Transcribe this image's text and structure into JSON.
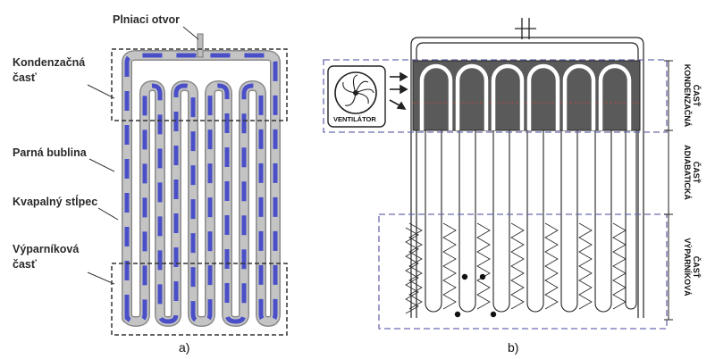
{
  "panel_a": {
    "caption": "a)",
    "labels": {
      "fill_port": "Plniaci otvor",
      "condenser_line1": "Kondenzačná",
      "condenser_line2": "časť",
      "vapor_bubble": "Parná bublina",
      "liquid_column": "Kvapalný stĺpec",
      "evaporator_line1": "Výparníková",
      "evaporator_line2": "časť"
    },
    "colors": {
      "liquid": "#4a4fc8",
      "vapor": "#c4c4c4",
      "tube_outline": "#8a8a8a",
      "box": "#333333"
    }
  },
  "panel_b": {
    "caption": "b)",
    "fan_label": "VENTILÁTOR",
    "sections": {
      "condenser_line1": "KONDENZAČNÁ",
      "condenser_line2": "ČASŤ",
      "adiabatic_line1": "ADIABATICKÁ",
      "adiabatic_line2": "ČASŤ",
      "evaporator_line1": "VÝPARNÍKOVÁ",
      "evaporator_line2": "ČASŤ"
    },
    "colors": {
      "condenser_fill": "#5a5a5a",
      "dashed_box": "#6a6ab0",
      "fin": "#222222"
    }
  }
}
